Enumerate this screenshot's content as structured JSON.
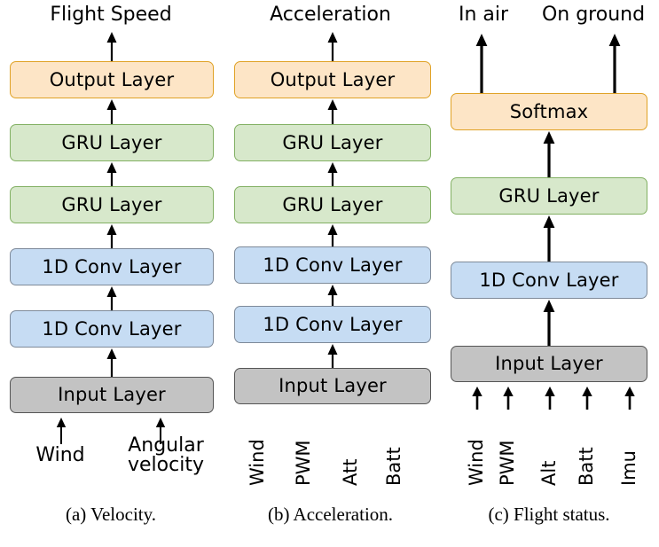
{
  "figure": {
    "columns": [
      {
        "id": "a",
        "caption": "(a) Velocity.",
        "output_label": "Flight Speed",
        "blocks": [
          {
            "label": "Output Layer",
            "type": "output"
          },
          {
            "label": "GRU Layer",
            "type": "gru"
          },
          {
            "label": "GRU Layer",
            "type": "gru"
          },
          {
            "label": "1D Conv Layer",
            "type": "conv"
          },
          {
            "label": "1D Conv Layer",
            "type": "conv"
          },
          {
            "label": "Input Layer",
            "type": "input"
          }
        ],
        "inputs": [
          {
            "label": "Wind",
            "orientation": "horizontal"
          },
          {
            "label": "Angular",
            "label2": "velocity",
            "orientation": "horizontal"
          }
        ]
      },
      {
        "id": "b",
        "caption": "(b) Acceleration.",
        "output_label": "Acceleration",
        "blocks": [
          {
            "label": "Output Layer",
            "type": "output"
          },
          {
            "label": "GRU Layer",
            "type": "gru"
          },
          {
            "label": "GRU Layer",
            "type": "gru"
          },
          {
            "label": "1D Conv Layer",
            "type": "conv"
          },
          {
            "label": "1D Conv Layer",
            "type": "conv"
          },
          {
            "label": "Input Layer",
            "type": "input"
          }
        ],
        "inputs": [
          {
            "label": "Wind",
            "orientation": "vertical"
          },
          {
            "label": "PWM",
            "orientation": "vertical"
          },
          {
            "label": "Att",
            "orientation": "vertical"
          },
          {
            "label": "Batt",
            "orientation": "vertical"
          }
        ]
      },
      {
        "id": "c",
        "caption": "(c) Flight status.",
        "output_label_1": "In air",
        "output_label_2": "On ground",
        "blocks": [
          {
            "label": "Softmax",
            "type": "output"
          },
          {
            "label": "GRU Layer",
            "type": "gru"
          },
          {
            "label": "1D Conv Layer",
            "type": "conv"
          },
          {
            "label": "Input Layer",
            "type": "input"
          }
        ],
        "inputs": [
          {
            "label": "Wind",
            "orientation": "vertical"
          },
          {
            "label": "PWM",
            "orientation": "vertical"
          },
          {
            "label": "Alt",
            "orientation": "vertical"
          },
          {
            "label": "Batt",
            "orientation": "vertical"
          },
          {
            "label": "Imu",
            "orientation": "vertical"
          }
        ]
      }
    ]
  },
  "colors": {
    "output_fill": "#fde5c6",
    "output_stroke": "#e0a226",
    "gru_fill": "#d7e8cb",
    "gru_stroke": "#82b063",
    "conv_fill": "#c6dcf3",
    "conv_stroke": "#7e8a99",
    "input_fill": "#c3c3c3",
    "input_stroke": "#555555",
    "arrow": "#000000",
    "text": "#000000",
    "background": "#ffffff"
  }
}
